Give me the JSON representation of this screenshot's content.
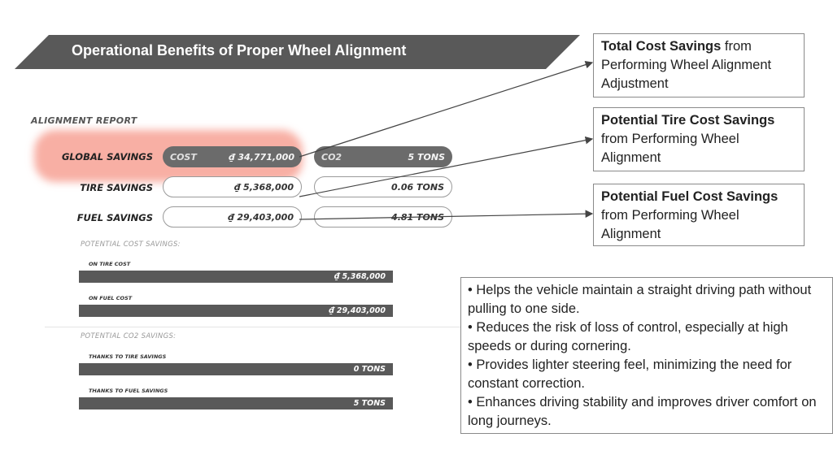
{
  "banner": {
    "title": "Operational Benefits of Proper Wheel Alignment"
  },
  "report": {
    "title": "ALIGNMENT REPORT",
    "rows": [
      {
        "label": "GLOBAL SAVINGS",
        "cost_label": "COST",
        "cost_value": "₫ 34,771,000",
        "co2_label": "CO2",
        "co2_value": "5 TONS"
      },
      {
        "label": "TIRE SAVINGS",
        "cost_value": "₫ 5,368,000",
        "co2_value": "0.06 TONS"
      },
      {
        "label": "FUEL SAVINGS",
        "cost_value": "₫ 29,403,000",
        "co2_value": "4.81 TONS"
      }
    ],
    "cost_section": {
      "label": "POTENTIAL COST SAVINGS:",
      "items": [
        {
          "label": "ON TIRE COST",
          "value": "₫ 5,368,000"
        },
        {
          "label": "ON FUEL COST",
          "value": "₫ 29,403,000"
        }
      ]
    },
    "co2_section": {
      "label": "POTENTIAL CO2 SAVINGS:",
      "items": [
        {
          "label": "THANKS TO TIRE SAVINGS",
          "value": "0 TONS"
        },
        {
          "label": "THANKS TO FUEL SAVINGS",
          "value": "5 TONS"
        }
      ]
    }
  },
  "callouts": [
    {
      "bold": "Total Cost Savings",
      "rest": " from Performing Wheel Alignment Adjustment"
    },
    {
      "bold": "Potential Tire Cost Savings",
      "rest": " from Performing Wheel Alignment"
    },
    {
      "bold": "Potential Fuel Cost Savings",
      "rest": " from Performing Wheel Alignment"
    }
  ],
  "benefits": [
    "• Helps the vehicle maintain a straight driving path without pulling to one side.",
    "• Reduces the risk of loss of control, especially at high speeds or during cornering.",
    "• Provides lighter steering feel, minimizing the need for constant correction.",
    "• Enhances driving stability and improves driver comfort on long journeys."
  ],
  "colors": {
    "banner": "#595959",
    "bar": "#595959",
    "highlight": "#f26e5a",
    "pill_dark": "#6b6b6b"
  }
}
